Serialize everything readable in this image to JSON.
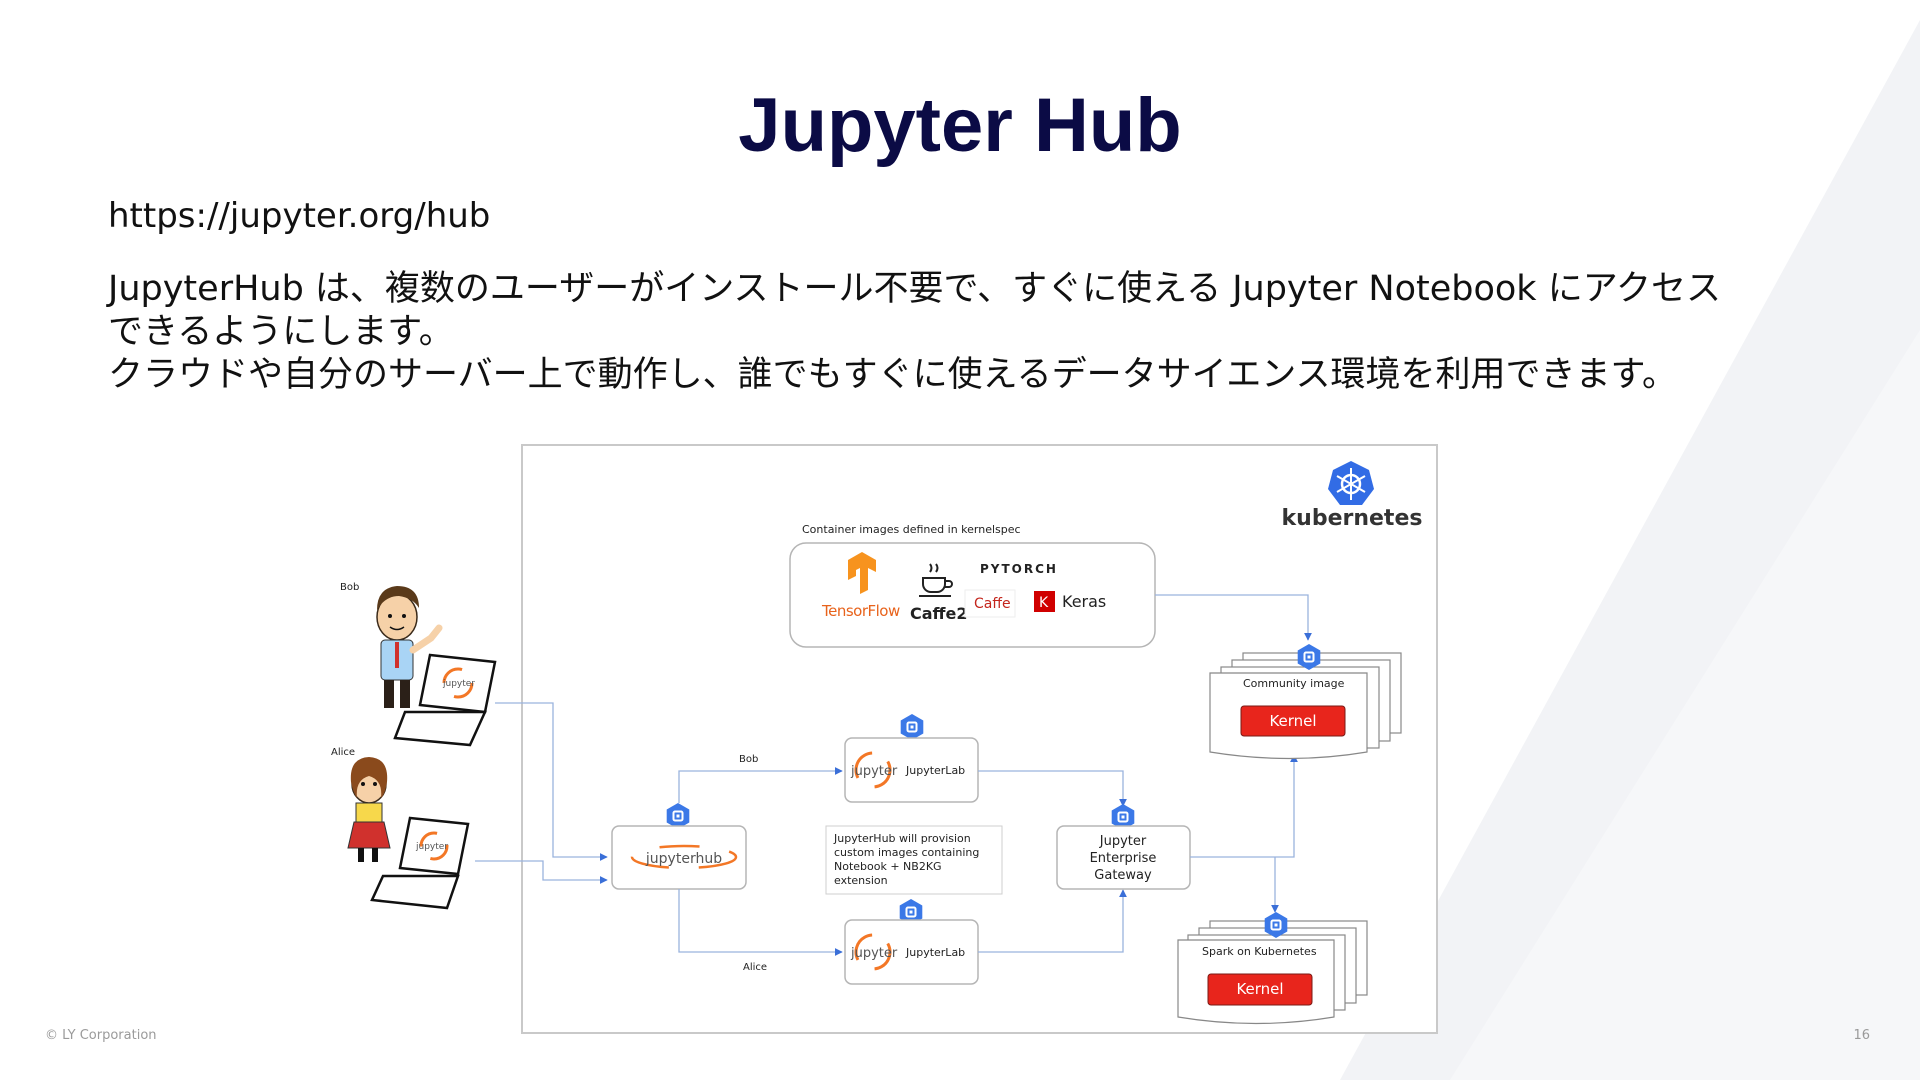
{
  "slide": {
    "title": "Jupyter Hub",
    "url": "https://jupyter.org/hub",
    "description_lines": [
      "JupyterHub は、複数のユーザーがインストール不要で、すぐに使える Jupyter Notebook にアクセス",
      "できるようにします。",
      "クラウドや自分のサーバー上で動作し、誰でもすぐに使えるデータサイエンス環境を利用できます。"
    ],
    "footer": {
      "copyright": "© LY Corporation",
      "page_number": "16"
    }
  },
  "diagram": {
    "kubernetes_label": "kubernetes",
    "container_caption": "Container images defined in kernelspec",
    "frameworks": {
      "tensorflow": "TensorFlow",
      "caffe2": "Caffe2",
      "pytorch": "PYTORCH",
      "caffe": "Caffe",
      "keras": "Keras",
      "keras_k": "K"
    },
    "users": {
      "bob": "Bob",
      "alice": "Alice"
    },
    "laptop_label": "jupyter",
    "hub_label": "jupyterhub",
    "jupyter_label": "jupyter",
    "jupyterlab_label": "JupyterLab",
    "edge_bob": "Bob",
    "edge_alice": "Alice",
    "note_lines": [
      "JupyterHub will provision",
      "custom images containing",
      "Notebook + NB2KG",
      "extension"
    ],
    "gateway_lines": [
      "Jupyter",
      "Enterprise",
      "Gateway"
    ],
    "community_image": "Community image",
    "spark": "Spark on Kubernetes",
    "kernel": "Kernel",
    "colors": {
      "kernel_red": "#e8251c",
      "k8s_blue": "#326ce5",
      "jupyter_orange": "#f37726",
      "title_navy": "#0b0b45"
    }
  }
}
